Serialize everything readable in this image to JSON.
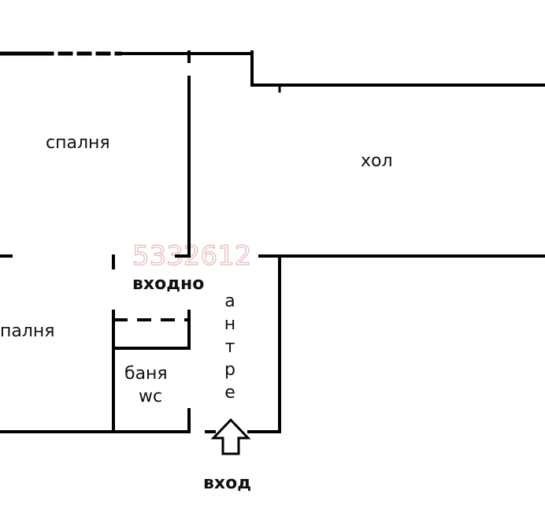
{
  "rooms": {
    "bedroom_top": "спалня",
    "living": "хол",
    "bedroom_bottom": "палня",
    "entrance_label": "входно",
    "hall_vertical": "антре",
    "bath": "баня",
    "wc": "wc",
    "entry": "вход"
  },
  "watermark": "5332612",
  "colors": {
    "wall": "#000000",
    "watermark": "#e7b9b9",
    "background": "#ffffff"
  },
  "icons": {
    "entry_arrow": "up-arrow-outline-icon"
  }
}
